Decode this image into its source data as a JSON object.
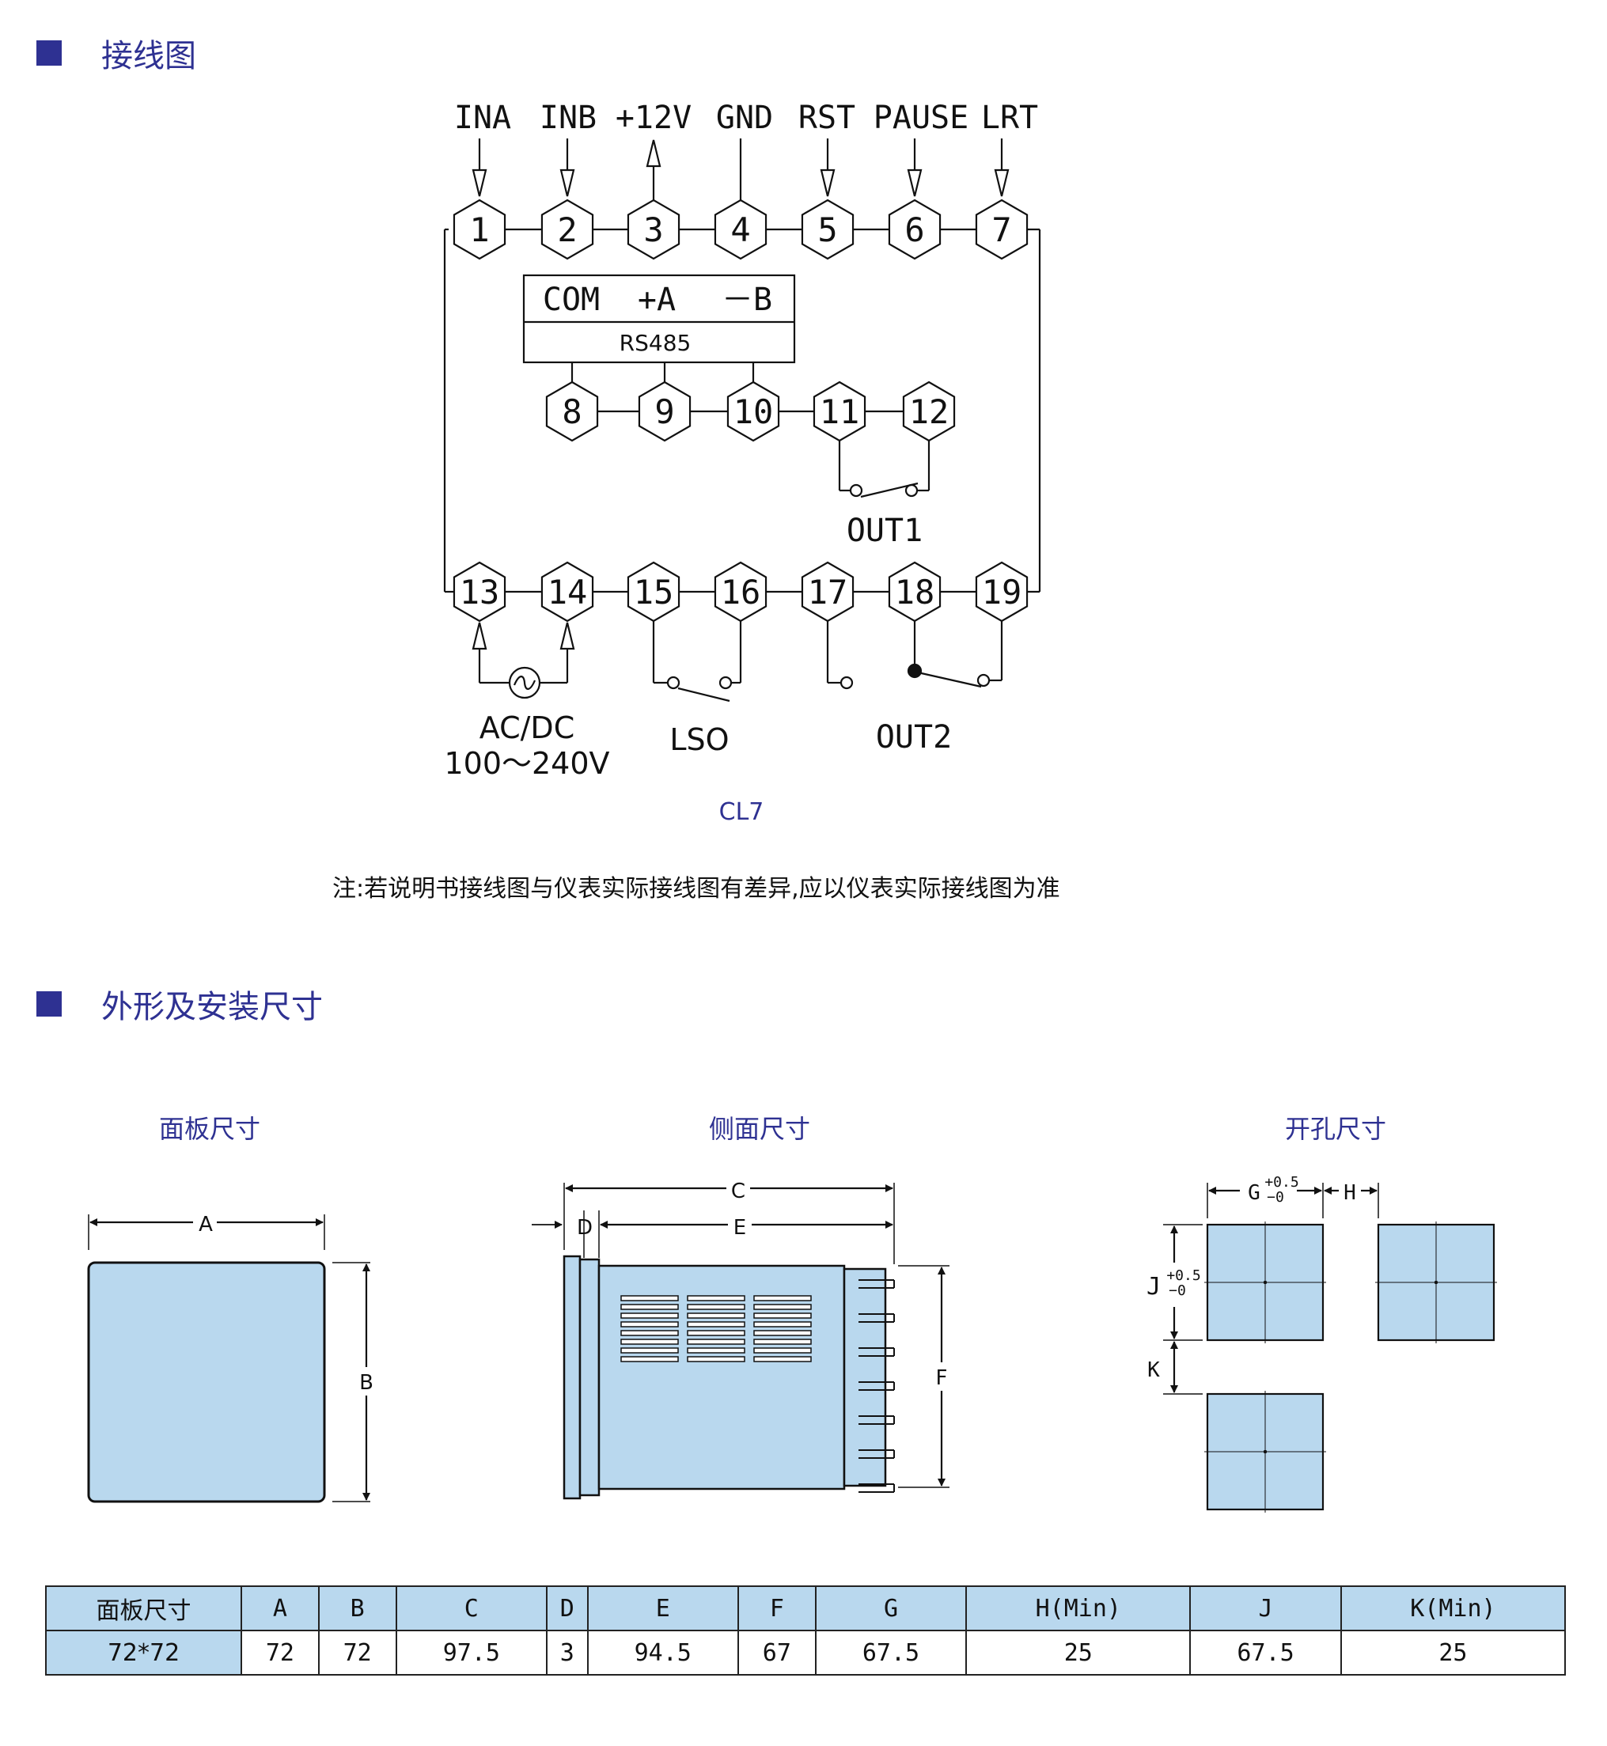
{
  "section1": {
    "title": "接线图"
  },
  "section2": {
    "title": "外形及安装尺寸"
  },
  "wiring": {
    "top_labels": [
      "INA",
      "INB",
      "+12V",
      "GND",
      "RST",
      "PAUSE",
      "LRT"
    ],
    "top_terminals": [
      "1",
      "2",
      "3",
      "4",
      "5",
      "6",
      "7"
    ],
    "rs485_header": [
      "COM",
      "+A",
      "－B"
    ],
    "rs485_label": "RS485",
    "mid_terminals": [
      "8",
      "9",
      "10",
      "11",
      "12"
    ],
    "bottom_terminals": [
      "13",
      "14",
      "15",
      "16",
      "17",
      "18",
      "19"
    ],
    "out1_label": "OUT1",
    "power_label_1": "AC/DC",
    "power_label_2": "100～240V",
    "lso_label": "LSO",
    "out2_label": "OUT2",
    "model": "CL7"
  },
  "note": "注:若说明书接线图与仪表实际接线图有差异,应以仪表实际接线图为准",
  "views": {
    "panel_title": "面板尺寸",
    "side_title": "侧面尺寸",
    "cutout_title": "开孔尺寸",
    "panel_a": "A",
    "panel_b": "B",
    "side_c": "C",
    "side_d": "D",
    "side_e": "E",
    "side_f": "F",
    "cut_g": "G",
    "cut_h": "H",
    "cut_j": "J",
    "cut_k": "K",
    "tol_plus": "+0.5",
    "tol_minus": "−0"
  },
  "table": {
    "headers": [
      "面板尺寸",
      "A",
      "B",
      "C",
      "D",
      "E",
      "F",
      "G",
      "H(Min)",
      "J",
      "K(Min)"
    ],
    "row": [
      "72*72",
      "72",
      "72",
      "97.5",
      "3",
      "94.5",
      "67",
      "67.5",
      "25",
      "67.5",
      "25"
    ]
  },
  "colors": {
    "accent": "#2e3192",
    "fill": "#b9d8ee"
  }
}
